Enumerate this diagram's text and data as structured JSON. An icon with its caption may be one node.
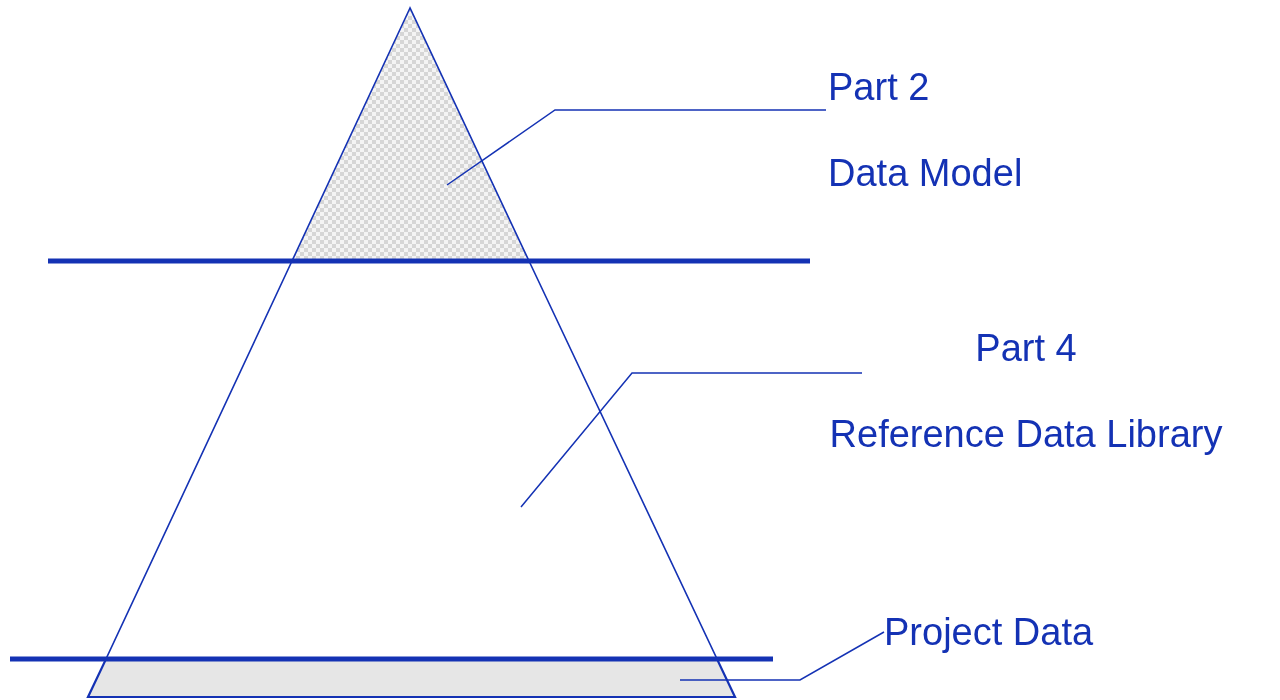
{
  "diagram": {
    "nodes": [
      {
        "text": [
          "Part 2",
          "Data Model"
        ]
      },
      {
        "text": [],
        "shape": "triangle"
      },
      {
        "text": [
          "Part 4",
          "Reference Data Library"
        ]
      },
      {
        "text": [],
        "shape": "trapezoid"
      },
      {
        "text": [
          "Project Data"
        ]
      },
      {
        "text": [],
        "shape": "band"
      }
    ],
    "edges": [
      {
        "from": 0,
        "to": 1,
        "arrow": "none"
      },
      {
        "from": 2,
        "to": 3,
        "arrow": "none"
      },
      {
        "from": 4,
        "to": 5,
        "arrow": "none"
      }
    ]
  }
}
